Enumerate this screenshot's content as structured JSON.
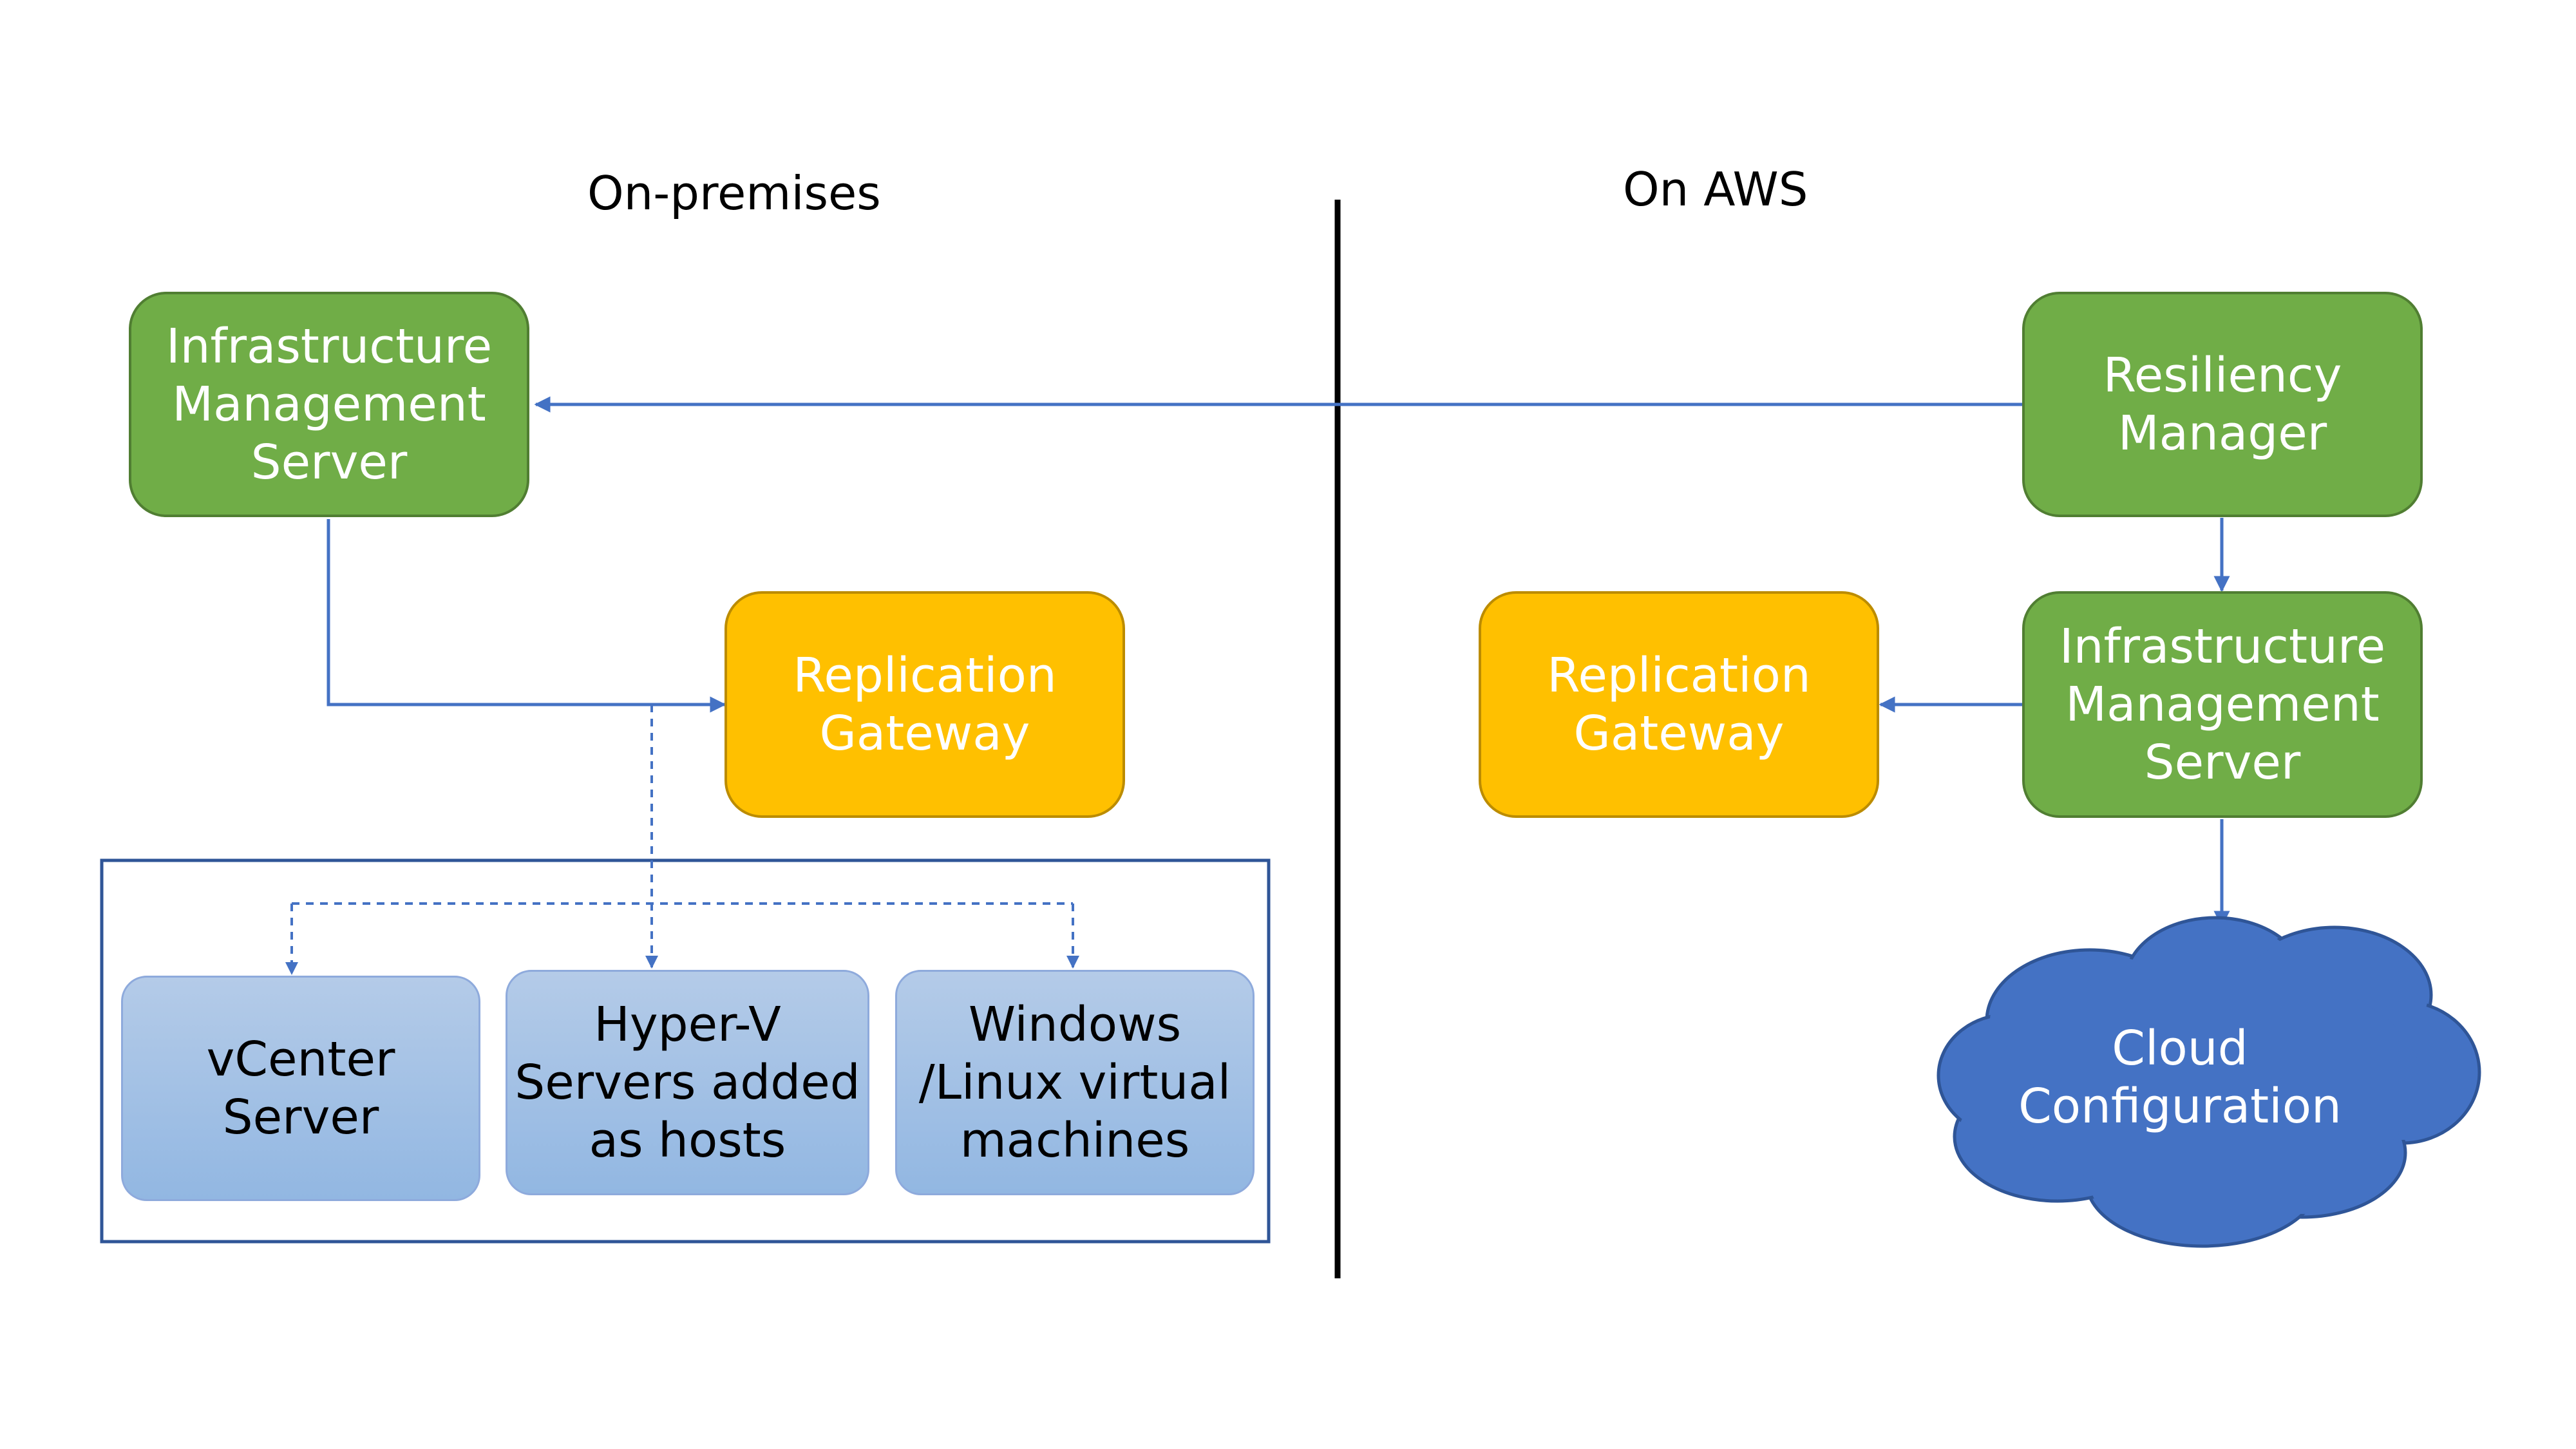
{
  "sections": {
    "left_title": "On-premises",
    "right_title": "On AWS"
  },
  "nodes": {
    "ims_onprem": [
      "Infrastructure",
      "Management",
      "Server"
    ],
    "rg_onprem": [
      "Replication",
      "Gateway"
    ],
    "vcenter": [
      "vCenter",
      "Server"
    ],
    "hyperv": [
      "Hyper-V",
      "Servers added",
      "as hosts"
    ],
    "vms": [
      "Windows",
      "/Linux virtual",
      "machines"
    ],
    "resiliency": [
      "Resiliency",
      "Manager"
    ],
    "ims_aws": [
      "Infrastructure",
      "Management",
      "Server"
    ],
    "rg_aws": [
      "Replication",
      "Gateway"
    ],
    "cloud": [
      "Cloud",
      "Configuration"
    ]
  },
  "colors": {
    "green": "#70ad47",
    "yellow": "#ffc000",
    "light_blue": "#9dc3e6",
    "cloud_blue": "#4472c4",
    "connector": "#4472c4",
    "divider": "#000000"
  }
}
